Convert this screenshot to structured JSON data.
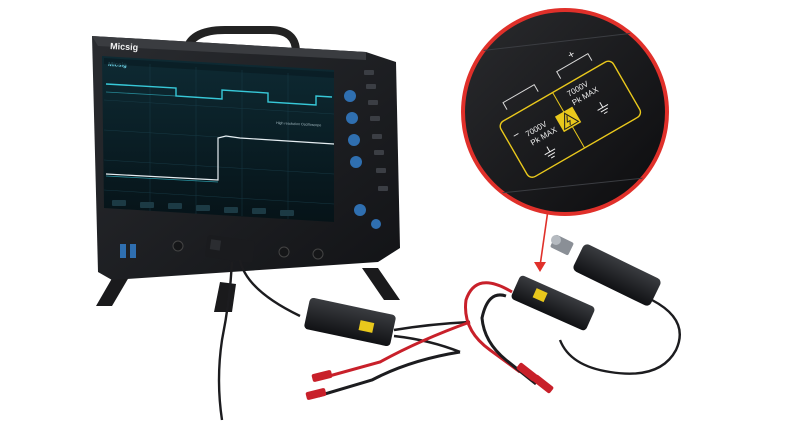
{
  "scope": {
    "brand": "Micsig",
    "screen_brand": "Micsig",
    "subtitle": "High resolution Oscilloscope"
  },
  "probe_label": {
    "left_rating_line1": "7000V",
    "left_rating_line2": "Pk MAX",
    "right_rating_line1": "7000V",
    "right_rating_line2": "Pk MAX",
    "minus": "−",
    "plus": "+"
  },
  "colors": {
    "trace_cyan": "#37c8d8",
    "trace_white": "#e6eef2",
    "label_yellow": "#e9c81c",
    "callout_red": "#e0302a",
    "lead_red": "#c8202a",
    "knob_blue": "#2f6fb0",
    "body_dark": "#1c1d20"
  },
  "icons": [
    "warning-icon",
    "ground-icon",
    "bnc-connector-icon"
  ]
}
